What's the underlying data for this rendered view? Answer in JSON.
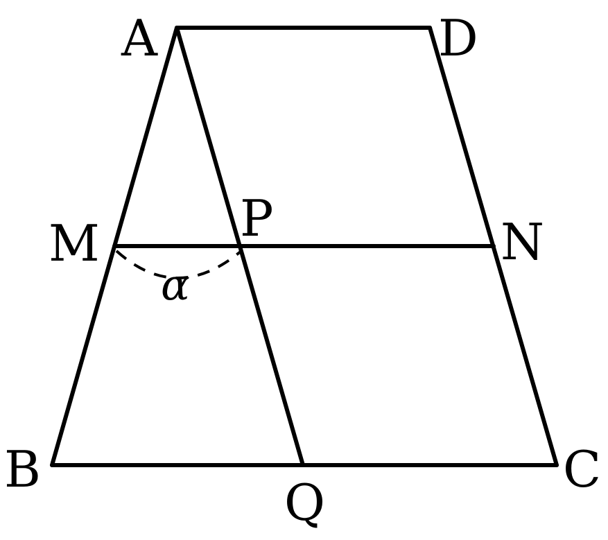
{
  "figure": {
    "points": {
      "A": "A",
      "D": "D",
      "M": "M",
      "P": "P",
      "N": "N",
      "B": "B",
      "Q": "Q",
      "C": "C"
    },
    "angle": {
      "symbol": "α"
    },
    "colors": {
      "stroke": "#000000",
      "background": "#ffffff"
    }
  }
}
